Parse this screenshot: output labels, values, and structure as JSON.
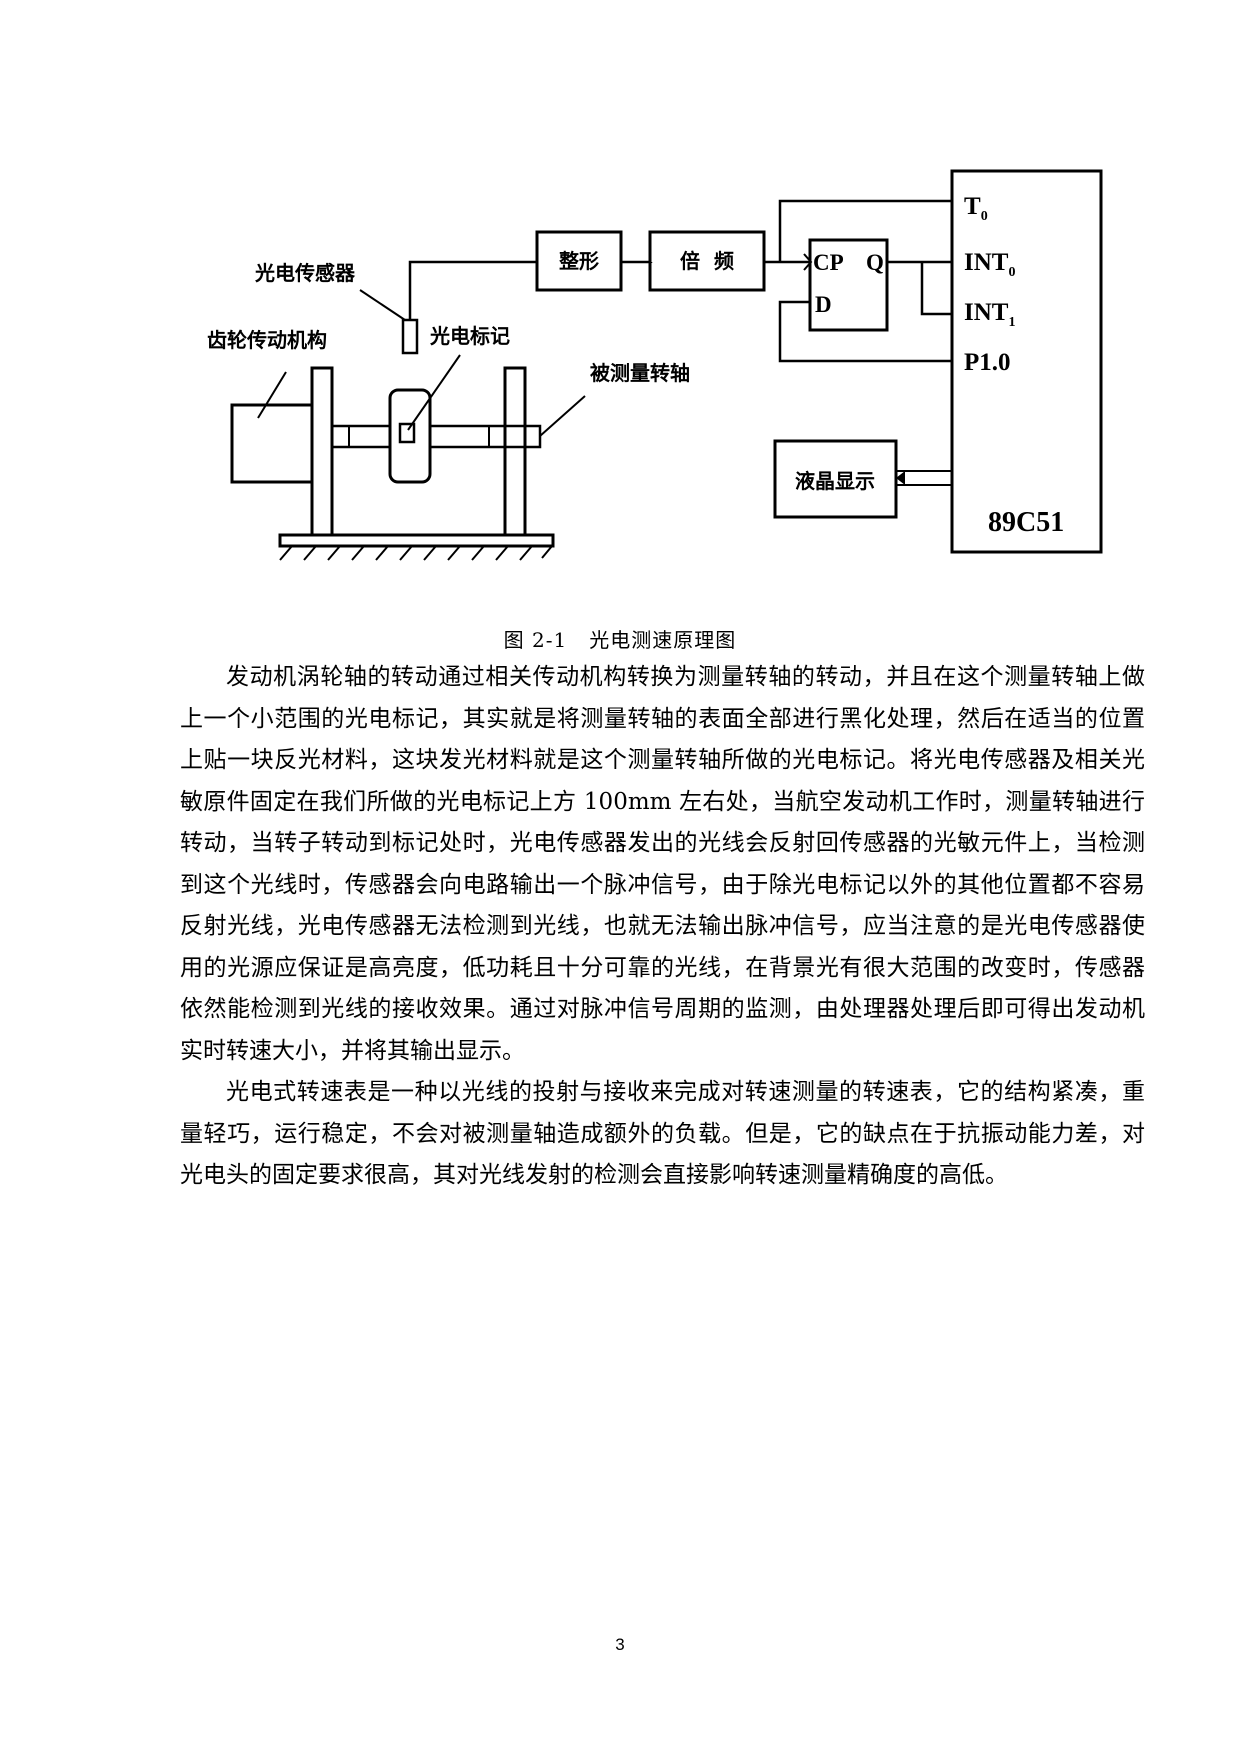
{
  "figure": {
    "labels": {
      "sensor": "光电传感器",
      "gear": "齿轮传动机构",
      "mark": "光电标记",
      "shaft": "被测量转轴",
      "shaping": "整形",
      "multiplier": "倍  频",
      "lcd": "液晶显示",
      "ff_cp": "CP",
      "ff_q": "Q",
      "ff_d": "D",
      "pin_t0": "T",
      "pin_t0_sub": "0",
      "pin_int0": "INT",
      "pin_int0_sub": "0",
      "pin_int1": "INT",
      "pin_int1_sub": "1",
      "pin_p10": "P1.0",
      "mcu": "89C51"
    }
  },
  "caption": "图 2-1   光电测速原理图",
  "paragraphs": [
    "发动机涡轮轴的转动通过相关传动机构转换为测量转轴的转动，并且在这个测量转轴上做上一个小范围的光电标记，其实就是将测量转轴的表面全部进行黑化处理，然后在适当的位置上贴一块反光材料，这块发光材料就是这个测量转轴所做的光电标记。将光电传感器及相关光敏原件固定在我们所做的光电标记上方 100mm 左右处，当航空发动机工作时，测量转轴进行转动，当转子转动到标记处时，光电传感器发出的光线会反射回传感器的光敏元件上，当检测到这个光线时，传感器会向电路输出一个脉冲信号，由于除光电标记以外的其他位置都不容易反射光线，光电传感器无法检测到光线，也就无法输出脉冲信号，应当注意的是光电传感器使用的光源应保证是高亮度，低功耗且十分可靠的光线，在背景光有很大范围的改变时，传感器依然能检测到光线的接收效果。通过对脉冲信号周期的监测，由处理器处理后即可得出发动机实时转速大小，并将其输出显示。",
    "光电式转速表是一种以光线的投射与接收来完成对转速测量的转速表，它的结构紧凑，重量轻巧，运行稳定，不会对被测量轴造成额外的负载。但是，它的缺点在于抗振动能力差，对光电头的固定要求很高，其对光线发射的检测会直接影响转速测量精确度的高低。"
  ],
  "page_number": "3"
}
